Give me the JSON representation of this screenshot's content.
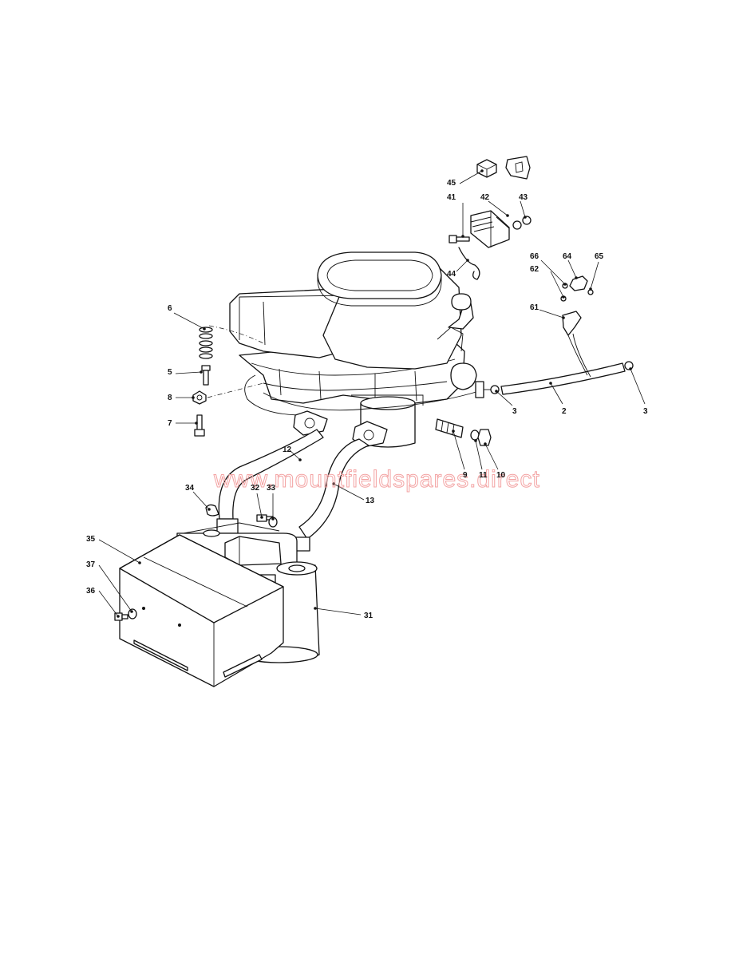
{
  "watermark": "www.mountfieldspares.direct",
  "labels": {
    "l45": "45",
    "l41": "41",
    "l42": "42",
    "l43": "43",
    "l44": "44",
    "l66": "66",
    "l64": "64",
    "l65": "65",
    "l62": "62",
    "l61": "61",
    "l6": "6",
    "l5": "5",
    "l8": "8",
    "l7": "7",
    "l3a": "3",
    "l2": "2",
    "l3b": "3",
    "l12": "12",
    "l9": "9",
    "l11": "11",
    "l10": "10",
    "l34": "34",
    "l32": "32",
    "l33": "33",
    "l13": "13",
    "l35": "35",
    "l37": "37",
    "l36": "36",
    "l31": "31"
  },
  "colors": {
    "line": "#111111",
    "watermark": "#f3a3a3",
    "background": "#ffffff"
  }
}
